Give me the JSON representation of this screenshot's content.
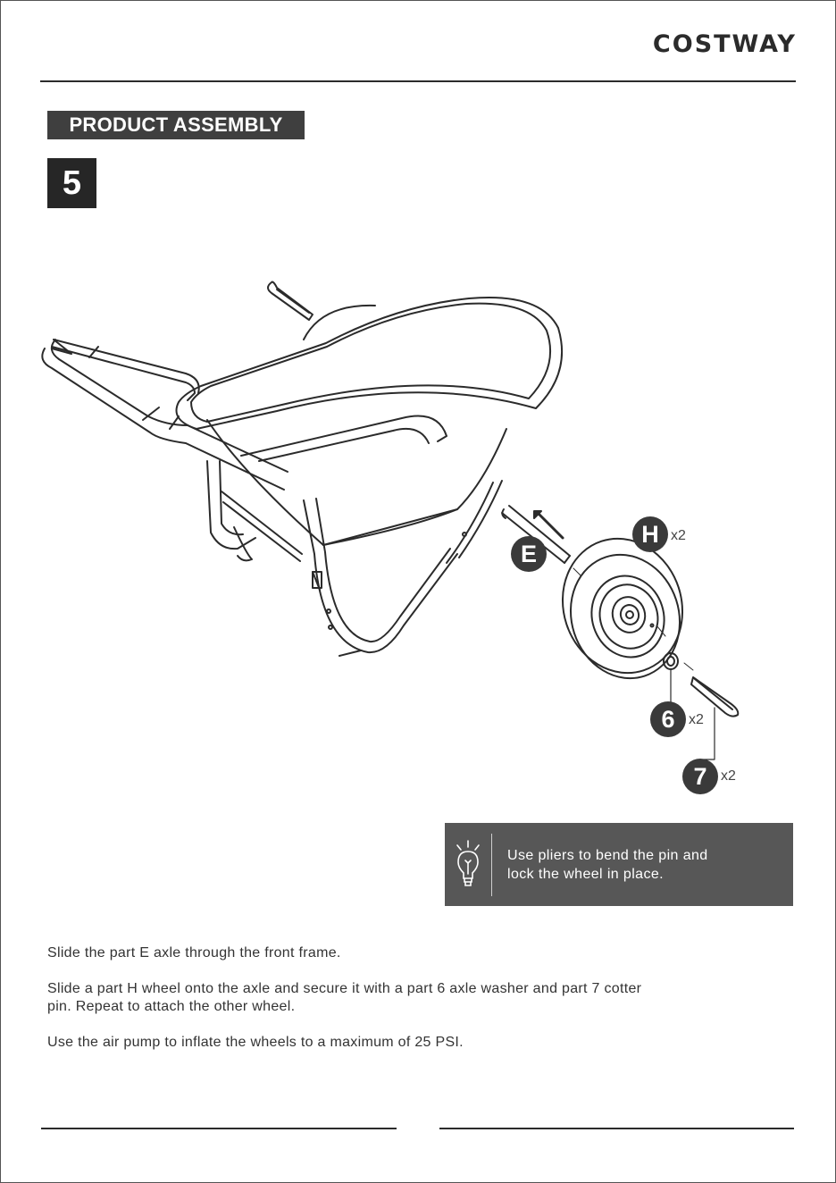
{
  "header": {
    "brand": "COSTWAY"
  },
  "section": {
    "label": "PRODUCT ASSEMBLY",
    "step_number": "5"
  },
  "illustration": {
    "callouts": [
      {
        "id": "E",
        "qty": ""
      },
      {
        "id": "H",
        "qty": "x2"
      },
      {
        "id": "6",
        "qty": "x2"
      },
      {
        "id": "7",
        "qty": "x2"
      }
    ]
  },
  "tip": {
    "icon": "lightbulb-icon",
    "text_line1": "Use pliers to bend the pin and",
    "text_line2": "lock the wheel in place."
  },
  "instructions": {
    "p1": "Slide the part E axle through the front frame.",
    "p2_line1": "Slide a part H wheel onto the axle and secure it with a part 6 axle washer and part 7 cotter",
    "p2_line2": "pin. Repeat to attach the other wheel.",
    "p3": "Use the air pump to inflate the wheels to a maximum of 25 PSI."
  },
  "colors": {
    "badge": "#262626",
    "label_bg": "#3f3f3f",
    "tip_bg": "#575757"
  }
}
